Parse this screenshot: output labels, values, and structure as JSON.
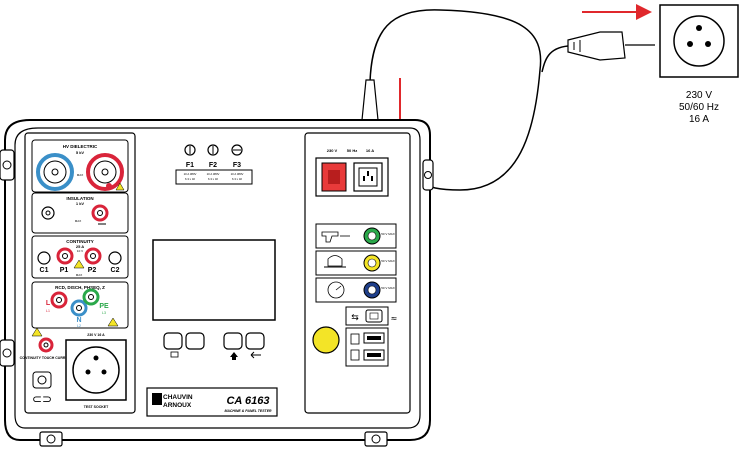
{
  "socket_rating": {
    "voltage": "230 V",
    "frequency": "50/60 Hz",
    "current": "16 A"
  },
  "mains_inlet": {
    "voltage": "230 V",
    "frequency": "50 Hz",
    "current": "16 A"
  },
  "fuses": [
    {
      "name": "F1",
      "rating1": "10 A 380V",
      "rating2": "6.3 x 32"
    },
    {
      "name": "F2",
      "rating1": "10 A 380V",
      "rating2": "6.3 x 32"
    },
    {
      "name": "F3",
      "rating1": "10 A 380V",
      "rating2": "6.3 x 32"
    }
  ],
  "sections": {
    "hv_dielectric": "HV DIELECTRIC",
    "hv_value": "5 kV",
    "insulation": "INSULATION",
    "insulation_value": "1 kV",
    "continuity": "CONTINUITY",
    "continuity_value": "25 A",
    "continuity_sub": "10 V",
    "rcd": "RCD, DISCH, PHSEQ, Z",
    "continuity_touch": "CONTINUITY TOUCH CURRENT",
    "test_socket": "TEST SOCKET",
    "socket_rating": "230 V 16 A",
    "max_label": "MAX"
  },
  "terminals": {
    "c1": "C1",
    "p1": "P1",
    "p2": "P2",
    "c2": "C2",
    "l": "L",
    "n": "N",
    "pe": "PE",
    "l_sub": "L1",
    "n_sub": "L2",
    "pe_sub": "L3"
  },
  "aux_ratings": [
    "50 V MAX",
    "50 V MAX",
    "50 V MAX"
  ],
  "brand": {
    "line1": "CHAUVIN",
    "line2": "ARNOUX",
    "model": "CA 6163",
    "subtitle": "MACHINE & PANEL TESTER"
  },
  "colors": {
    "blue": "#3a8fc8",
    "red": "#d9243a",
    "green": "#2aa84a",
    "yellow": "#f3e427",
    "navy": "#1f3f8a",
    "arrow": "#e0282c",
    "power_switch": "#e83a3a"
  }
}
